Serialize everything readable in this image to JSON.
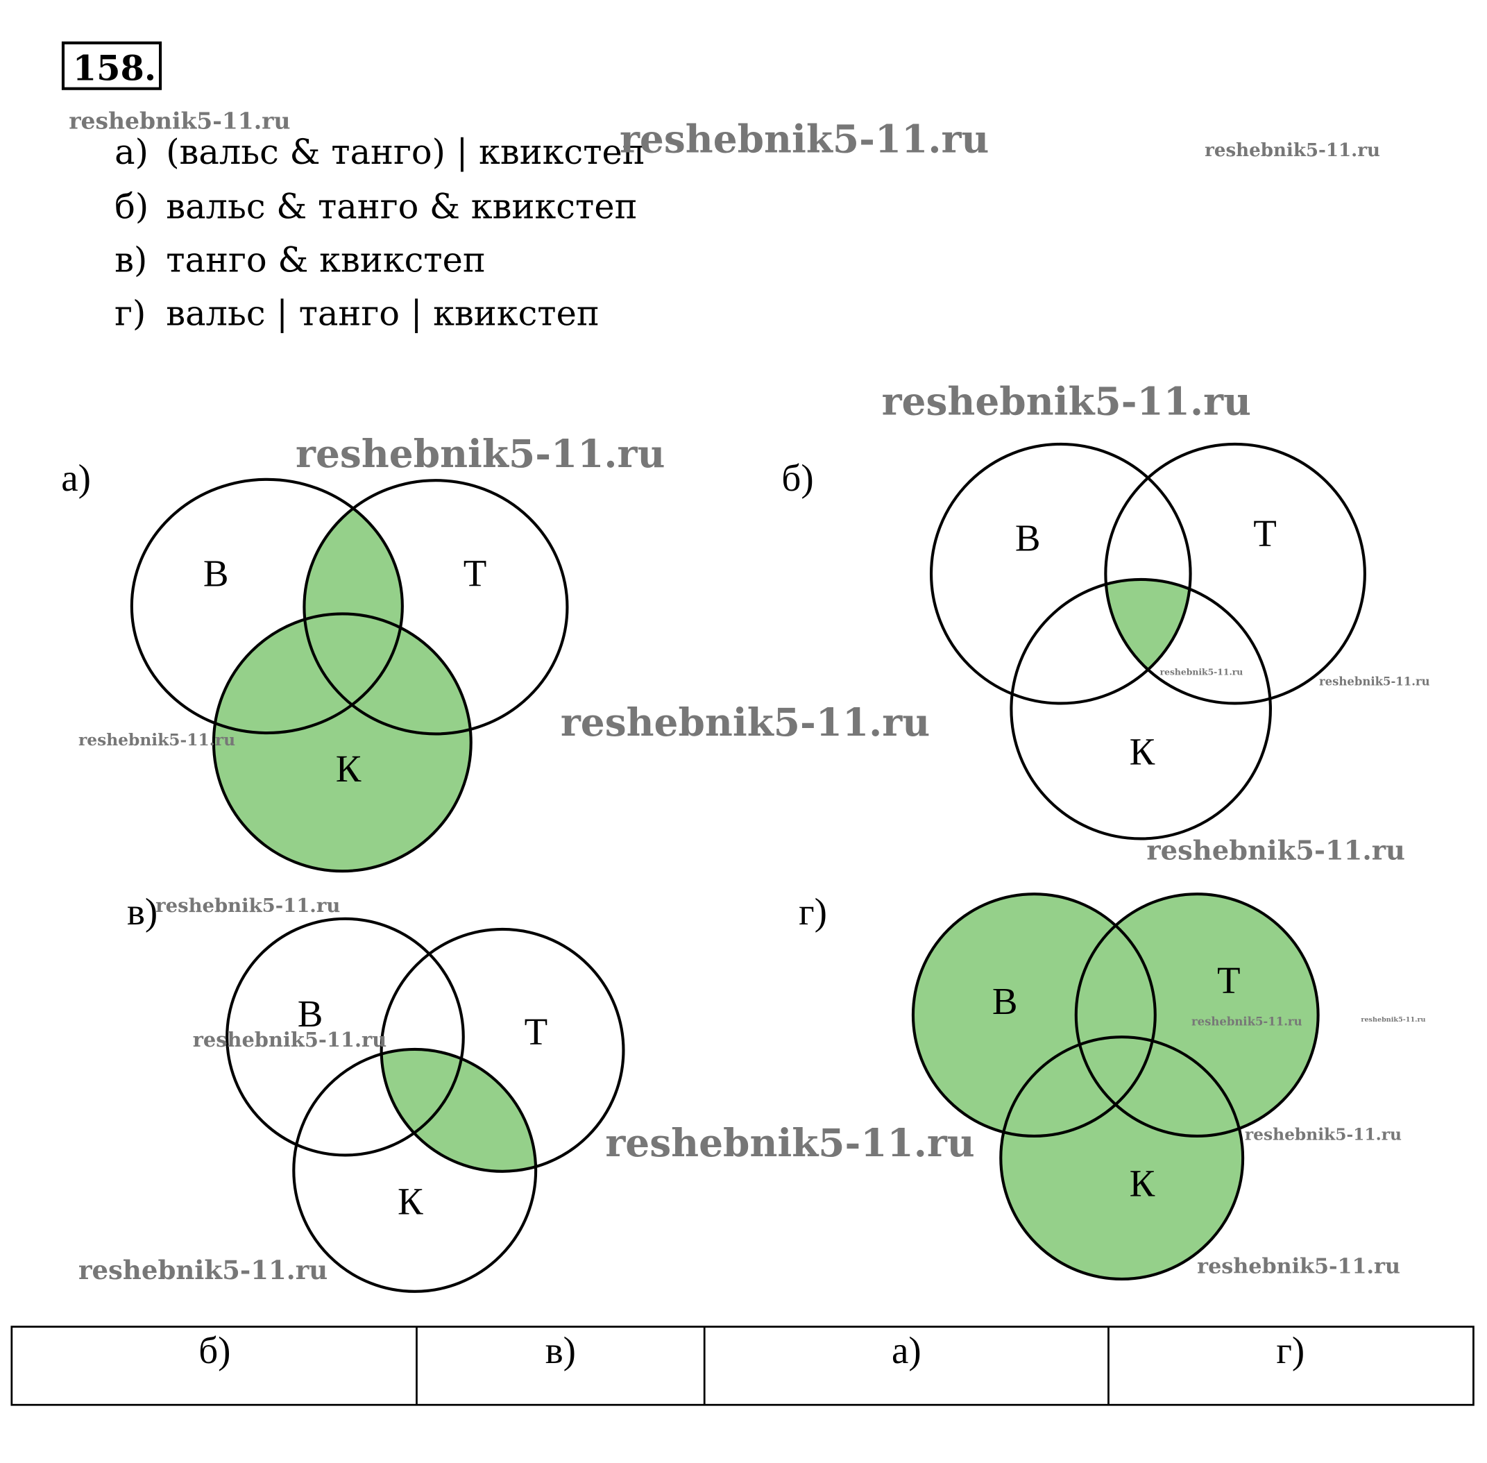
{
  "problem_number": "158.",
  "expressions": [
    {
      "label": "а)",
      "text": "(вальс & танго) | квикстеп"
    },
    {
      "label": "б)",
      "text": "вальс & танго & квикстеп"
    },
    {
      "label": "в)",
      "text": "танго & квикстеп"
    },
    {
      "label": "г)",
      "text": "вальс | танго | квикстеп"
    }
  ],
  "diagrams": [
    {
      "label": "а)",
      "sets": [
        "В",
        "Т",
        "К"
      ]
    },
    {
      "label": "б)",
      "sets": [
        "В",
        "Т",
        "К"
      ]
    },
    {
      "label": "в)",
      "sets": [
        "В",
        "Т",
        "К"
      ]
    },
    {
      "label": "г)",
      "sets": [
        "В",
        "Т",
        "К"
      ]
    }
  ],
  "answer_table": [
    "б)",
    "в)",
    "а)",
    "г)"
  ],
  "watermark": "reshebnik5-11.ru",
  "colors": {
    "shade": "#95d08a",
    "watermark": "#777777"
  }
}
